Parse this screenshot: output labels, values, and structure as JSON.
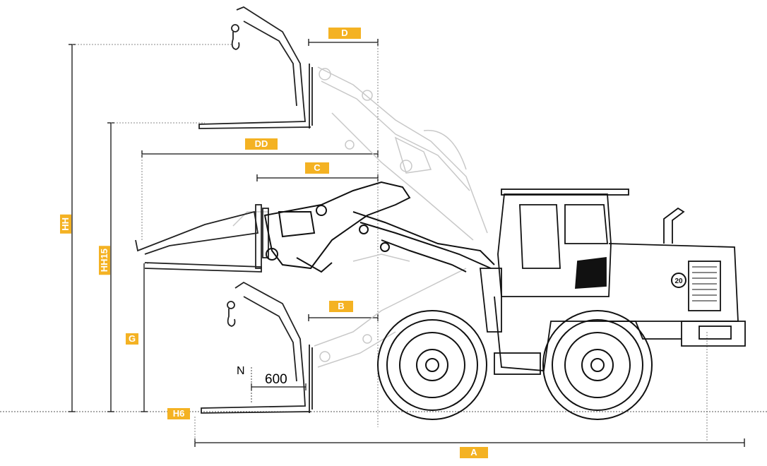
{
  "labels": {
    "D": "D",
    "DD": "DD",
    "C": "C",
    "B": "B",
    "A": "A",
    "HH": "HH",
    "HH15": "HH15",
    "G": "G",
    "H6": "H6",
    "N": "N",
    "fork_length": "600"
  },
  "machine": {
    "badge": "20"
  },
  "colors": {
    "accent": "#f4b223",
    "line": "#111111",
    "ghost": "#c8c8c8"
  }
}
